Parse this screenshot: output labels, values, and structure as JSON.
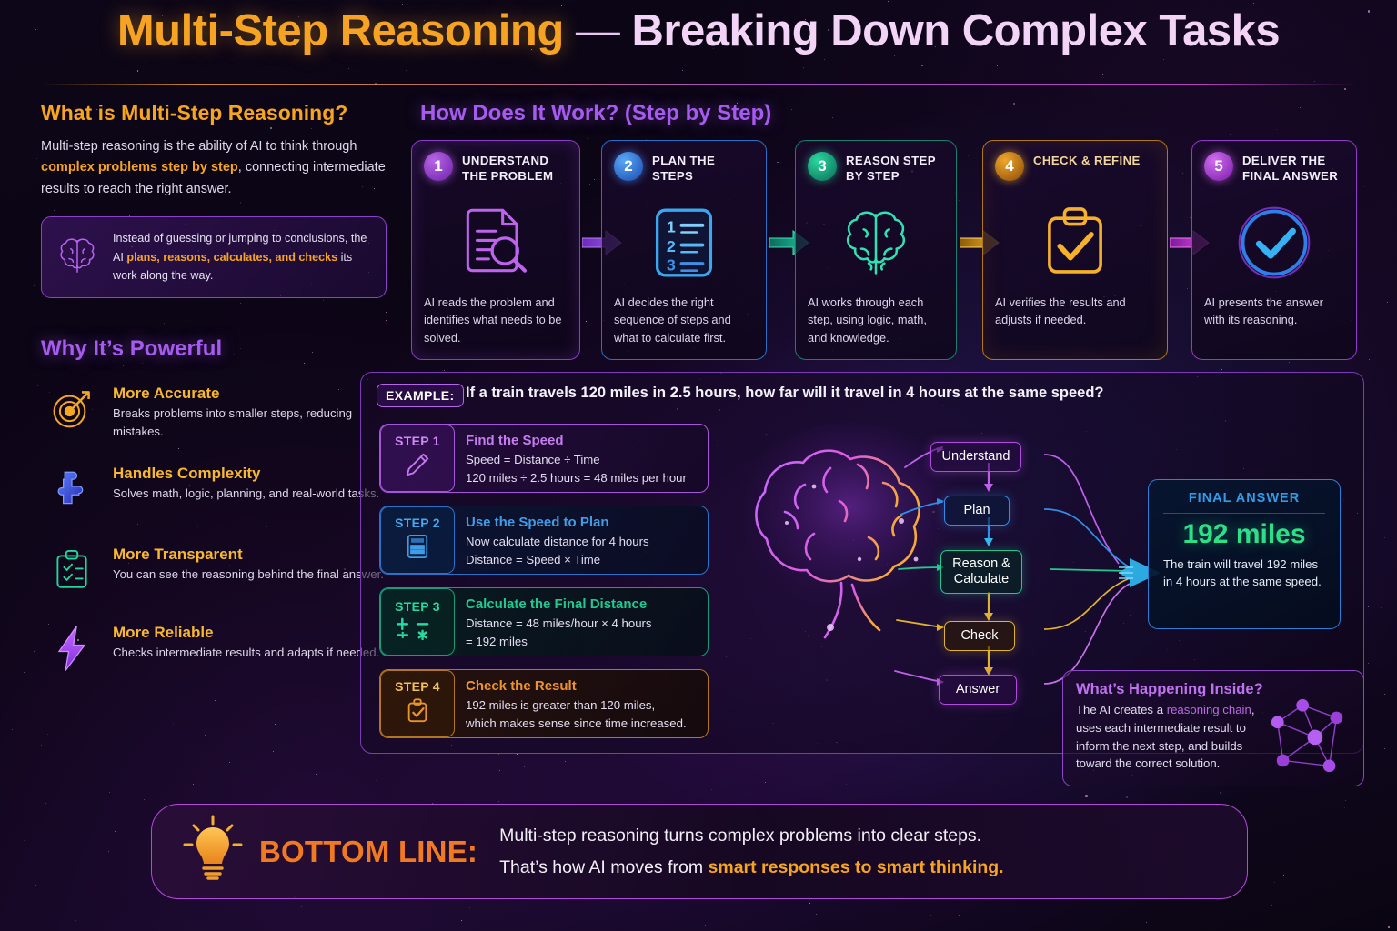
{
  "header": {
    "title_main": "Multi-Step Reasoning",
    "title_dash": "—",
    "title_sub": "Breaking Down Complex Tasks"
  },
  "what_is": {
    "heading": "What is Multi-Step Reasoning?",
    "body_1": "Multi-step reasoning is the ability of AI to think through ",
    "body_hl": "complex problems step by step",
    "body_2": ", connecting intermediate results to reach the right answer.",
    "note_1": "Instead of guessing or jumping to conclusions, the AI ",
    "note_hl": "plans, reasons, calculates, and checks",
    "note_2": " its work along the way.",
    "note_icon": "brain-icon"
  },
  "why_powerful": {
    "heading": "Why It’s Powerful",
    "items": [
      {
        "icon": "target-arrow-icon",
        "title": "More Accurate",
        "desc": "Breaks problems into smaller steps, reducing mistakes."
      },
      {
        "icon": "puzzle-piece-icon",
        "title": "Handles Complexity",
        "desc": "Solves math, logic, planning, and real-world tasks."
      },
      {
        "icon": "clipboard-check-icon",
        "title": "More Transparent",
        "desc": "You can see the reasoning behind the final answer."
      },
      {
        "icon": "lightning-bolt-icon",
        "title": "More Reliable",
        "desc": "Checks intermediate results and adapts if needed."
      }
    ]
  },
  "how_it_works": {
    "heading": "How Does It Work? (Step by Step)",
    "steps": [
      {
        "num": "1",
        "title": "UNDERSTAND\nTHE PROBLEM",
        "icon": "document-magnifier-icon",
        "desc": "AI reads the problem and identifies what needs to be solved.",
        "color": "#9a3fd6"
      },
      {
        "num": "2",
        "title": "PLAN THE STEPS",
        "icon": "numbered-list-icon",
        "desc": "AI decides the right sequence of steps and what to calculate first.",
        "color": "#2a7fe0"
      },
      {
        "num": "3",
        "title": "REASON STEP\nBY STEP",
        "icon": "brain-icon",
        "desc": "AI works through each step, using logic, math, and knowledge.",
        "color": "#1fb88a"
      },
      {
        "num": "4",
        "title": "CHECK & REFINE",
        "icon": "clipboard-check-icon",
        "desc": "AI verifies the results and adjusts if needed.",
        "color": "#d98a12"
      },
      {
        "num": "5",
        "title": "DELIVER THE\nFINAL ANSWER",
        "icon": "circle-check-icon",
        "desc": "AI presents the answer with its reasoning.",
        "color": "#b23bd6"
      }
    ],
    "arrows": [
      "arrow-right-icon",
      "arrow-right-icon",
      "arrow-right-icon",
      "arrow-right-icon"
    ]
  },
  "example": {
    "tag": "EXAMPLE:",
    "question": "If a train travels 120 miles in 2.5 hours, how far will it travel in 4 hours at the same speed?",
    "steps": [
      {
        "label": "STEP 1",
        "icon": "pencil-icon",
        "heading": "Find the Speed",
        "line1": "Speed = Distance ÷ Time",
        "line2": "120 miles ÷ 2.5 hours = 48 miles per hour",
        "color": "#b96be0"
      },
      {
        "label": "STEP 2",
        "icon": "calculator-icon",
        "heading": "Use the Speed to Plan",
        "line1": "Now calculate distance for 4 hours",
        "line2": "Distance = Speed × Time",
        "color": "#2f8fe8"
      },
      {
        "label": "STEP 3",
        "icon": "math-operators-icon",
        "heading": "Calculate the Final Distance",
        "line1": "Distance = 48 miles/hour × 4 hours",
        "line2": "= 192 miles",
        "color": "#21c98f"
      },
      {
        "label": "STEP 4",
        "icon": "clipboard-check-icon",
        "heading": "Check the Result",
        "line1": "192 miles is greater than 120 miles,",
        "line2": "which makes sense since time increased.",
        "color": "#e8942a"
      }
    ]
  },
  "flow": {
    "brain_icon": "glowing-brain-icon",
    "nodes": [
      {
        "label": "Understand",
        "color": "#c060ea"
      },
      {
        "label": "Plan",
        "color": "#2f8fe8"
      },
      {
        "label": "Reason &\nCalculate",
        "color": "#21c98f"
      },
      {
        "label": "Check",
        "color": "#e0b32a"
      },
      {
        "label": "Answer",
        "color": "#c060ea"
      }
    ]
  },
  "final_answer": {
    "label": "FINAL ANSWER",
    "value": "192 miles",
    "desc": "The train will travel 192 miles in 4 hours at the same speed."
  },
  "inside": {
    "title": "What’s Happening Inside?",
    "body_1": "The AI creates a ",
    "body_hl": "reasoning chain",
    "body_2": ", uses each intermediate result to inform the next step, and builds toward the correct solution.",
    "icon": "network-graph-icon"
  },
  "bottom_line": {
    "icon": "lightbulb-icon",
    "label": "BOTTOM LINE:",
    "line1": "Multi-step reasoning turns complex problems into clear steps.",
    "line2_a": "That’s how AI moves from ",
    "line2_hl": "smart responses to smart thinking."
  },
  "colors": {
    "amber": "#f7a41f",
    "violet": "#a65bf0",
    "green": "#2ce08a",
    "blue": "#2f9ce8",
    "orange": "#f07a22"
  }
}
